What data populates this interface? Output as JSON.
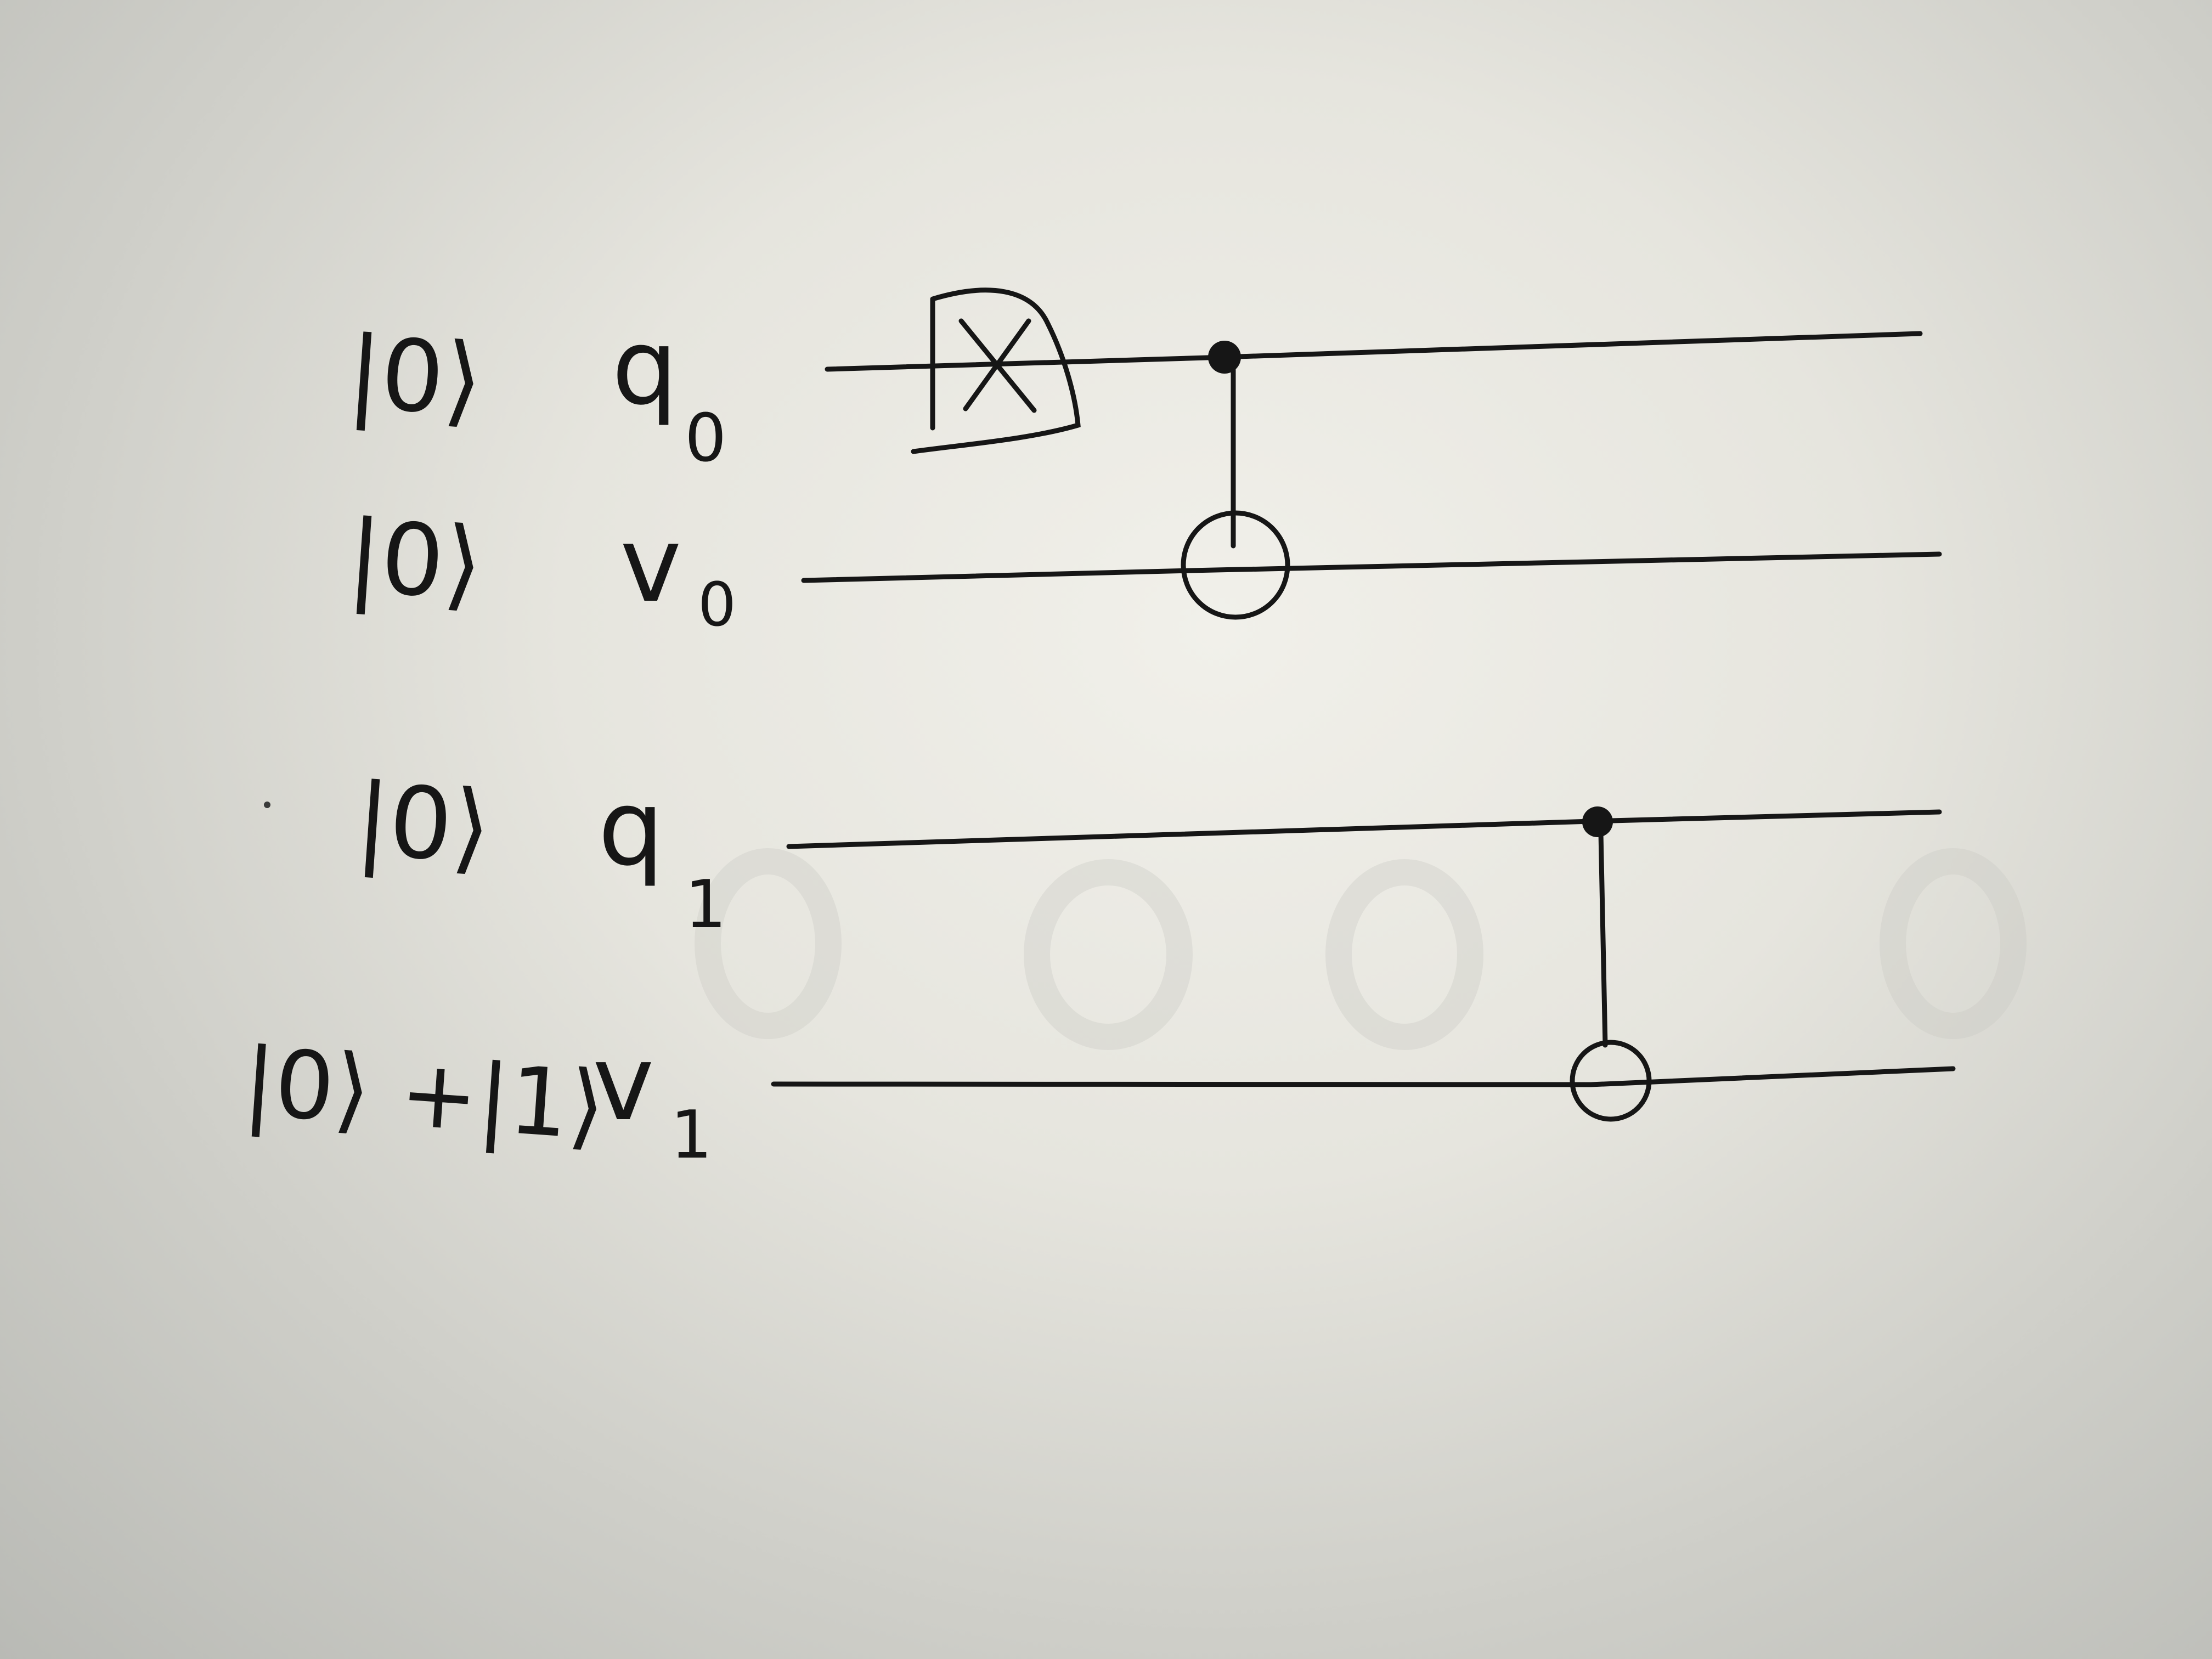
{
  "diagram": {
    "qubits": [
      {
        "state": "|0⟩",
        "name": "q",
        "index": "0"
      },
      {
        "state": "|0⟩",
        "name": "v",
        "index": "0"
      },
      {
        "state": "|0⟩",
        "name": "q",
        "index": "1"
      },
      {
        "state": "|0⟩ +|1⟩",
        "name": "v",
        "index": "1"
      }
    ],
    "gates": [
      {
        "type": "X",
        "label": "X",
        "target": 0
      },
      {
        "type": "CNOT",
        "control": 0,
        "target": 1
      },
      {
        "type": "CNOT",
        "control": 2,
        "target": 3
      }
    ]
  },
  "colors": {
    "ink": "#161616",
    "paper": "#e8e7e1"
  }
}
